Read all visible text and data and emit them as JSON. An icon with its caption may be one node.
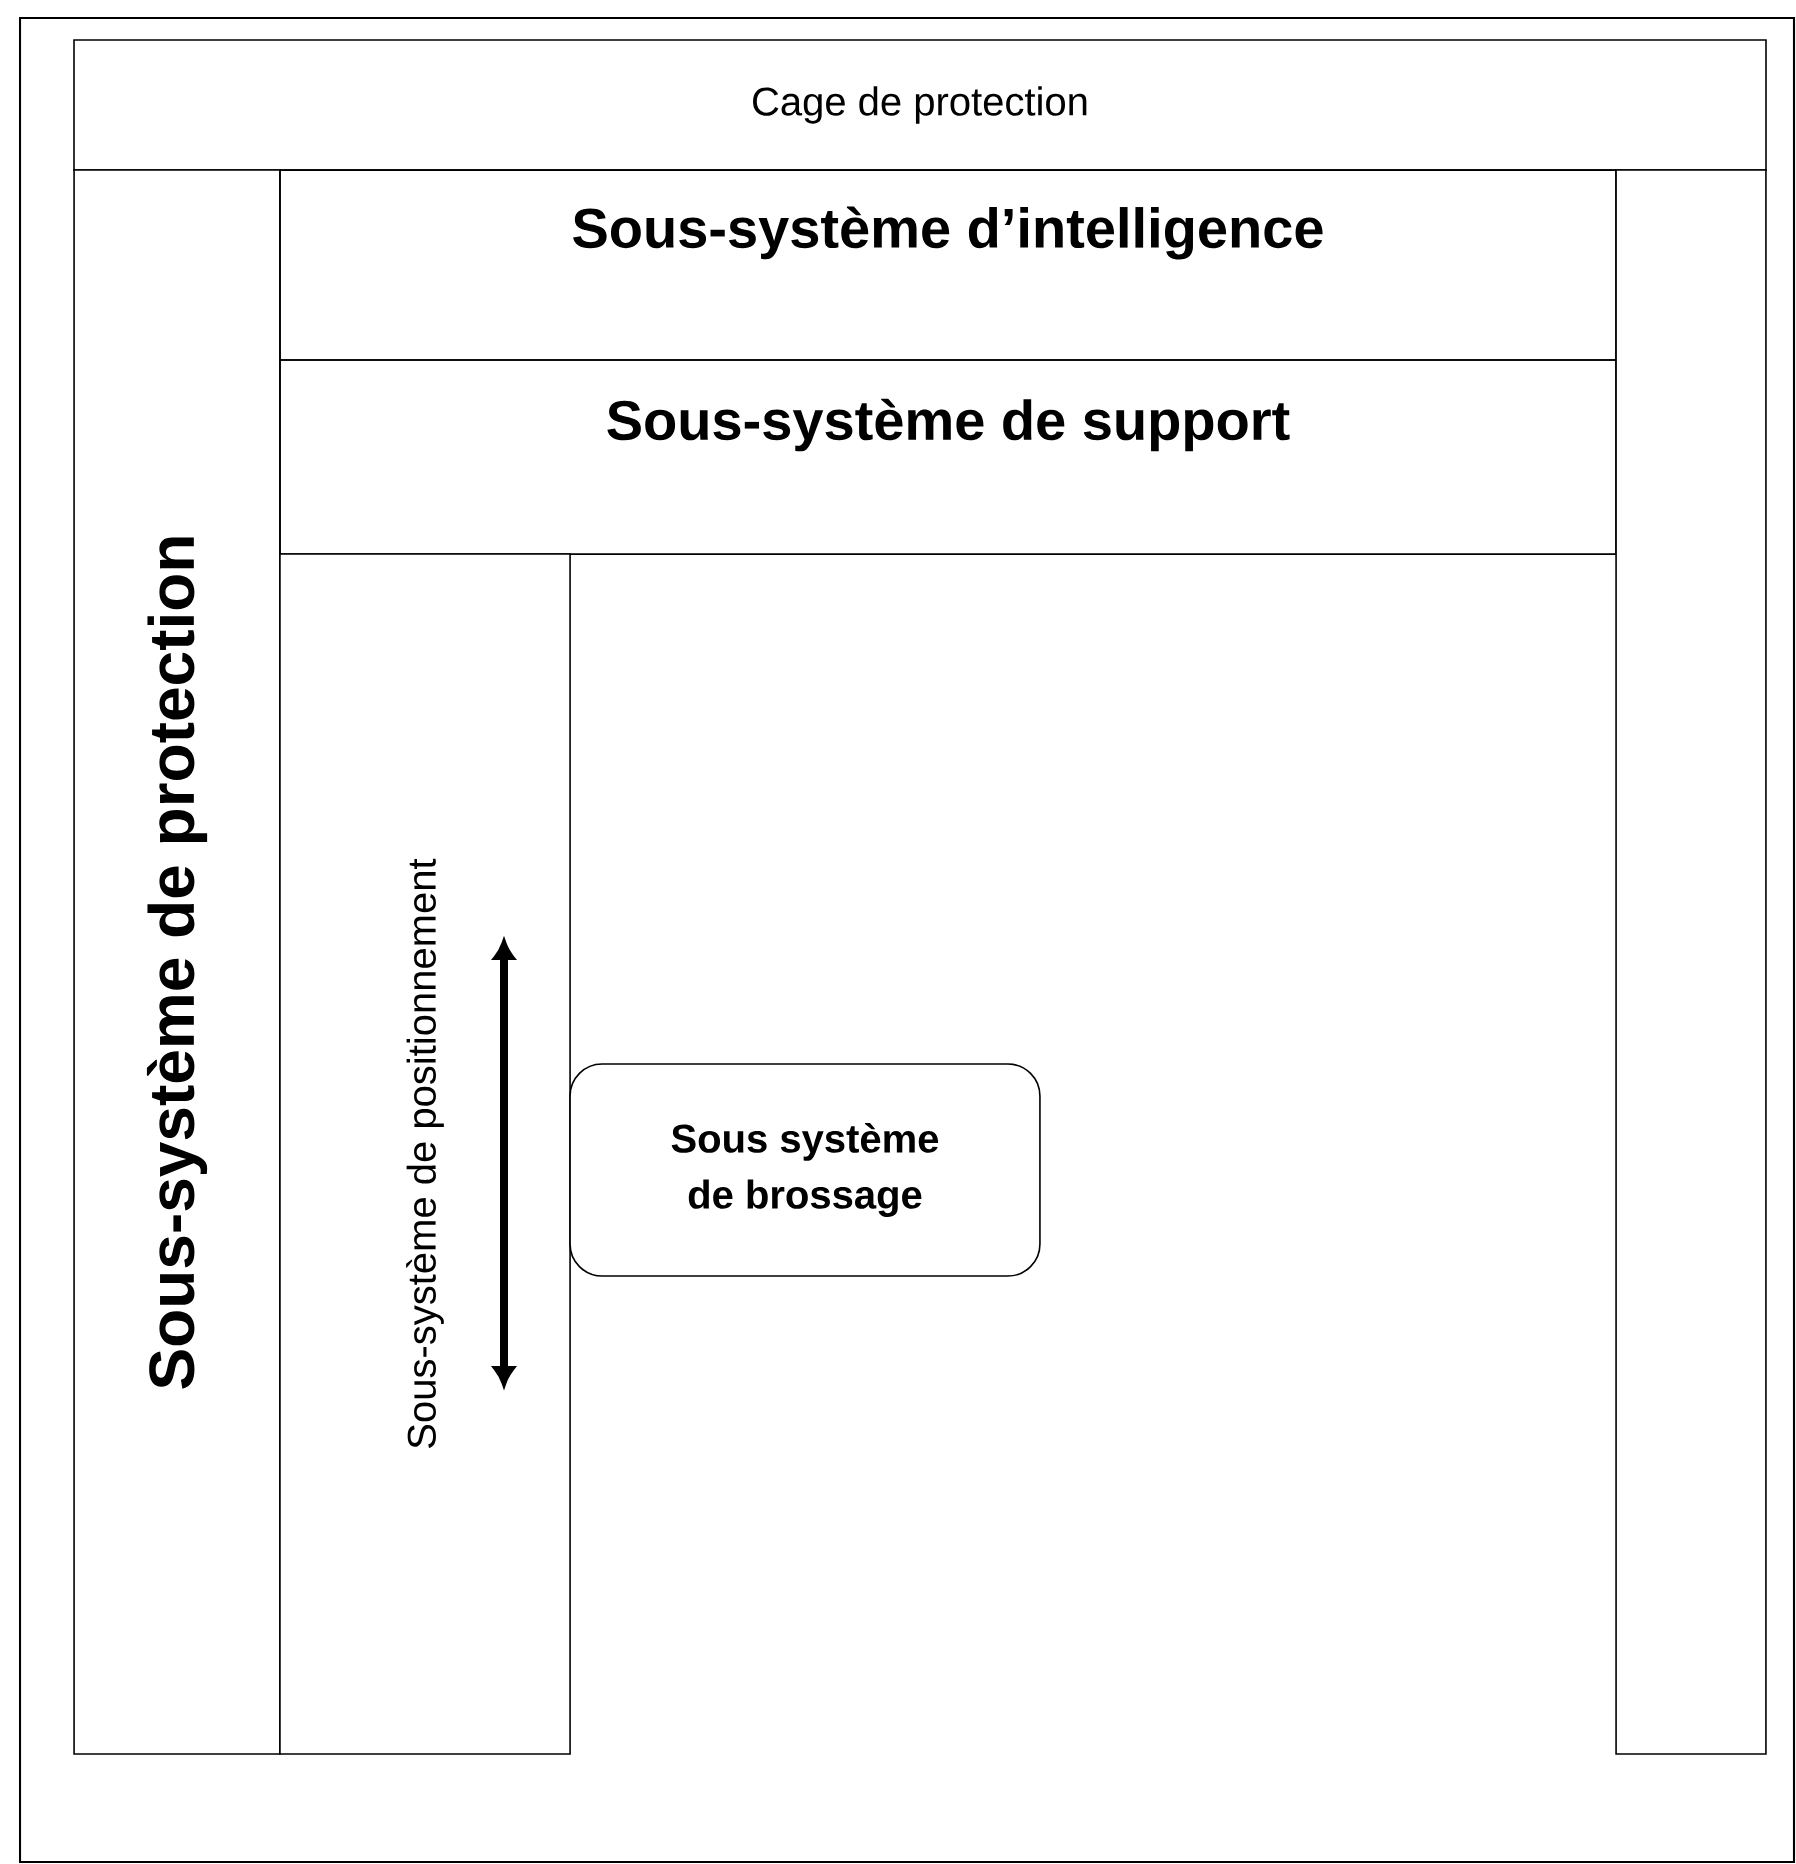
{
  "diagram": {
    "nodes": [
      {
        "text": [
          "Cage de protection"
        ]
      },
      {
        "text": [
          "Sous-système de protection"
        ]
      },
      {
        "text": [
          "Sous-système d’intelligence"
        ]
      },
      {
        "text": [
          "Sous-système de support"
        ]
      },
      {
        "text": [
          "Sous-système  de positionnement"
        ]
      },
      {
        "text": [
          "Sous système de brossage"
        ]
      },
      {
        "text": [],
        "shape": "box"
      }
    ],
    "edges": []
  }
}
